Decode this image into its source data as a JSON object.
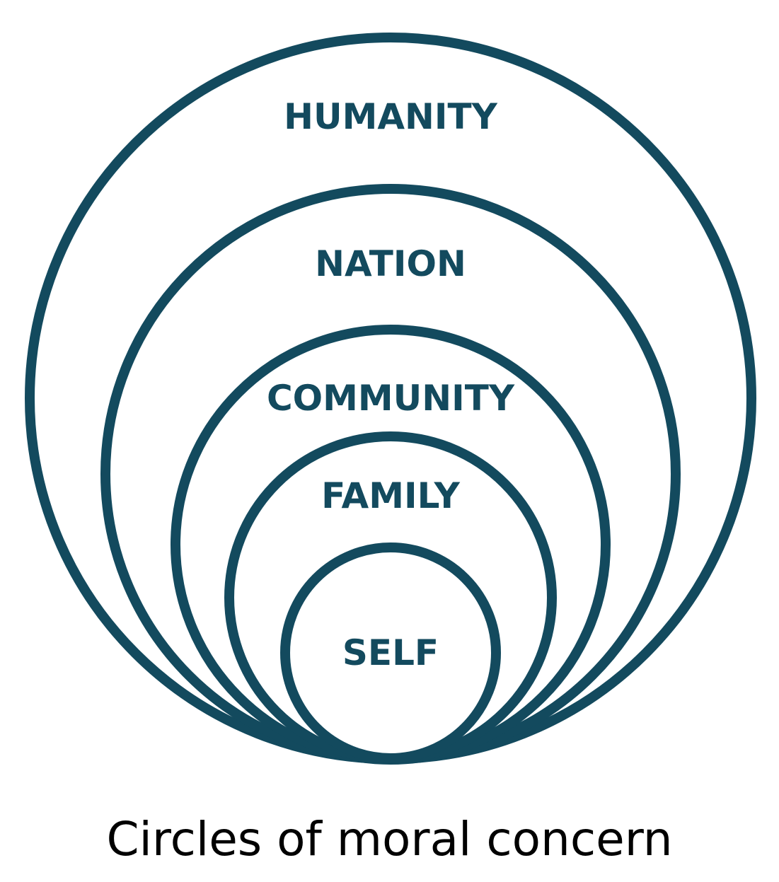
{
  "diagram": {
    "stroke_color": "#134a5e",
    "label_color": "#134a5e",
    "circles": [
      {
        "id": "humanity",
        "label": "HUMANITY"
      },
      {
        "id": "nation",
        "label": "NATION"
      },
      {
        "id": "community",
        "label": "COMMUNITY"
      },
      {
        "id": "family",
        "label": "FAMILY"
      },
      {
        "id": "self",
        "label": "SELF"
      }
    ]
  },
  "caption": "Circles of moral concern"
}
